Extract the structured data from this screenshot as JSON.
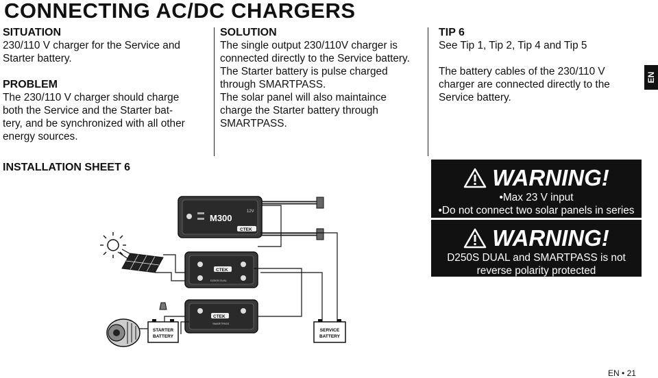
{
  "page_title": "CONNECTING AC/DC CHARGERS",
  "situation": {
    "heading": "SITUATION",
    "lines": [
      "230/110 V charger for the Service and",
      "Starter battery."
    ]
  },
  "problem": {
    "heading": "PROBLEM",
    "lines": [
      "The 230/110 V charger should charge",
      "both the Service and the Starter bat-",
      "tery, and be synchronized with all other",
      "energy sources."
    ]
  },
  "solution": {
    "heading": "SOLUTION",
    "lines": [
      "The single output 230/110V charger is",
      "connected directly to the Service battery.",
      "The Starter battery is pulse charged",
      "through SMARTPASS.",
      "The solar panel will also maintaince",
      "charge the Starter battery through",
      "SMARTPASS."
    ]
  },
  "tip": {
    "heading": "TIP 6",
    "line1": "See Tip 1, Tip 2, Tip 4 and Tip 5",
    "lines": [
      "The battery cables of the 230/110 V",
      "charger are connected directly to the",
      "Service battery."
    ]
  },
  "lang_tab": "EN",
  "install_heading": "INSTALLATION SHEET 6",
  "warning1": {
    "title": "WARNING!",
    "lines": [
      "•Max 23 V input",
      "•Do not connect two solar panels in series"
    ]
  },
  "warning2": {
    "title": "WARNING!",
    "lines": [
      "D250S DUAL and SMARTPASS is not",
      "reverse polarity protected"
    ]
  },
  "diagram": {
    "charger_model": "M300",
    "charger_volt": "12V",
    "brand": "CTEK",
    "d250s_label": "D250S DUAL",
    "smartpass_label": "SMARTPASS",
    "starter_battery": [
      "STARTER",
      "BATTERY"
    ],
    "service_battery": [
      "SERVICE",
      "BATTERY"
    ]
  },
  "footer": {
    "lang": "EN",
    "sep": "•",
    "page": "21"
  },
  "colors": {
    "text": "#111111",
    "warning_bg": "#111111",
    "warning_text": "#ffffff"
  }
}
